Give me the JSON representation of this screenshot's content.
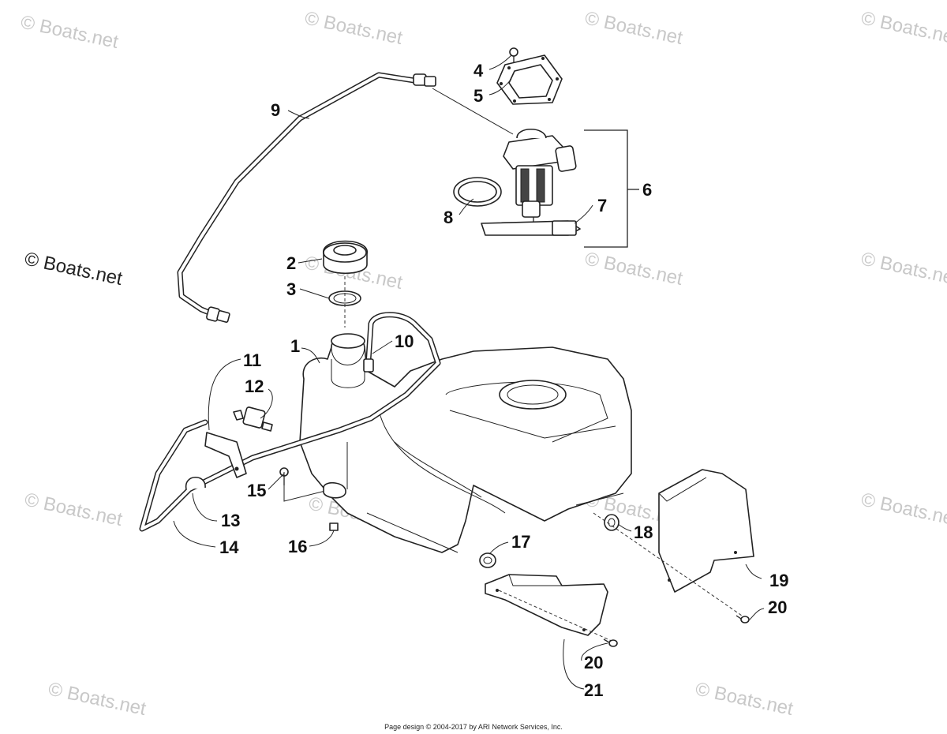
{
  "watermarks": {
    "faded": [
      "© Boats.net",
      "© Boats.net",
      "© Boats.net",
      "© Boats.net",
      "© Boats.net",
      "© Boats.net",
      "© Boats.net",
      "© Boats.net",
      "© Boats.net",
      "© Boats.net",
      "© Boats.net",
      "© Boats.net",
      "© Boats.net"
    ],
    "prominent": "© Boats.net"
  },
  "callouts": {
    "c1": "1",
    "c2": "2",
    "c3": "3",
    "c4": "4",
    "c5": "5",
    "c6": "6",
    "c7": "7",
    "c8": "8",
    "c9": "9",
    "c10": "10",
    "c11": "11",
    "c12": "12",
    "c13": "13",
    "c14": "14",
    "c15": "15",
    "c16": "16",
    "c17": "17",
    "c18": "18",
    "c19": "19",
    "c20a": "20",
    "c20b": "20",
    "c21": "21"
  },
  "footer": "Page design © 2004-2017 by ARI Network Services, Inc."
}
